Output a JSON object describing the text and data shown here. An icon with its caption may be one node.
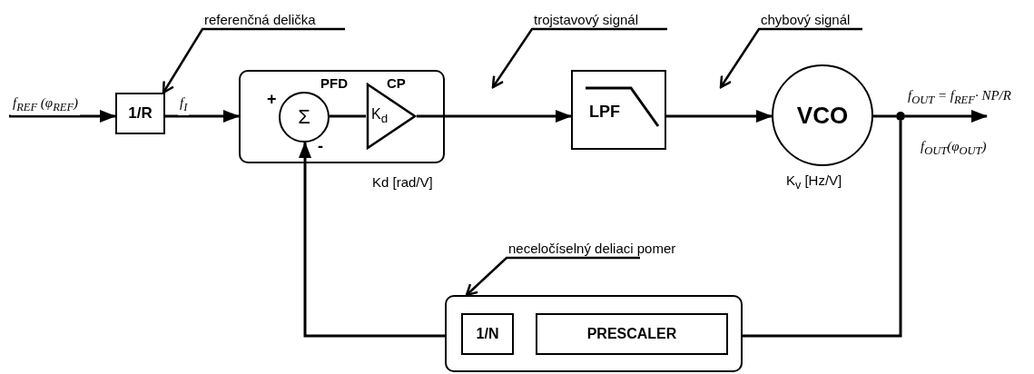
{
  "diagram": {
    "nodes": [
      {
        "text": [
          "1/R"
        ]
      },
      {
        "text": [],
        "shape": "box",
        "beside": [
          "Kd [rad/V]"
        ]
      },
      {
        "text": [
          "Σ"
        ],
        "in": 1,
        "beside": [
          "PFD",
          "+",
          "-"
        ]
      },
      {
        "text": [
          "K$_{d}$"
        ],
        "in": 1,
        "beside": [
          "CP"
        ]
      },
      {
        "text": [
          "LPF"
        ]
      },
      {
        "text": [
          "VCO"
        ],
        "beside": [
          "K$_{v}$ [Hz/V]"
        ]
      },
      {
        "text": [],
        "shape": "dot"
      },
      {
        "text": [],
        "shape": "box"
      },
      {
        "text": [
          "1/N"
        ],
        "in": 7
      },
      {
        "text": [
          "PRESCALER"
        ],
        "in": 7
      },
      {
        "text": [
          "referenčná delička"
        ]
      },
      {
        "text": [
          "trojstavový signál"
        ]
      },
      {
        "text": [
          "chybový signál"
        ]
      },
      {
        "text": [
          "neceločíselný deliaci pomer"
        ]
      }
    ],
    "edges": [
      {
        "from": null,
        "to": 0,
        "arrow": "to",
        "label": "f$_{REF}$ (φ$_{REF}$)"
      },
      {
        "from": 0,
        "to": 1,
        "arrow": "to",
        "label": "f$_{I}$"
      },
      {
        "from": 2,
        "to": 3,
        "arrow": "none"
      },
      {
        "from": 3,
        "to": 4,
        "arrow": "to"
      },
      {
        "from": 4,
        "to": 5,
        "arrow": "to"
      },
      {
        "from": 5,
        "to": 6,
        "arrow": "none"
      },
      {
        "from": 6,
        "to": null,
        "arrow": "to",
        "label": "f$_{OUT}$ = f$_{REF}$· NP/R"
      },
      {
        "from": 6,
        "to": 7,
        "arrow": "none"
      },
      {
        "from": 7,
        "to": 2,
        "arrow": "to"
      },
      {
        "from": 10,
        "to": 0,
        "arrow": "to"
      },
      {
        "from": 11,
        "to": null,
        "arrow": "to"
      },
      {
        "from": 12,
        "to": null,
        "arrow": "to"
      },
      {
        "from": 13,
        "to": 7,
        "arrow": "to"
      }
    ],
    "labels": [
      "f$_{OUT}$(φ$_{OUT}$)"
    ]
  }
}
